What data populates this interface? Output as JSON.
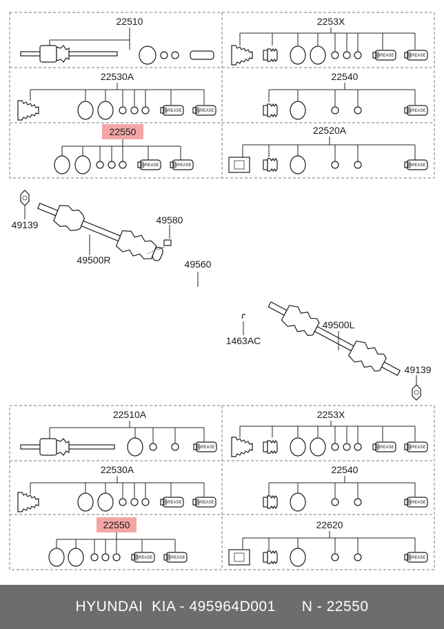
{
  "colors": {
    "highlight": "#f4a6a6",
    "footer_bg": "#6d6d6d",
    "line": "#222222"
  },
  "kits_top": {
    "k22510": "22510",
    "k2253x": "2253X",
    "k22530a": "22530A",
    "k22540": "22540",
    "k22550": "22550",
    "k22520a": "22520A"
  },
  "kits_bottom": {
    "k22510a": "22510A",
    "k2253x": "2253X",
    "k22530a": "22530A",
    "k22540": "22540",
    "k22550": "22550",
    "k22620": "22620"
  },
  "middle": {
    "nut_left": "49139",
    "shaft_right": "49500R",
    "bolt": "49580",
    "assembly": "49560",
    "clip": "1463AC",
    "shaft_left": "49500L",
    "nut_right": "49139"
  },
  "grease_label": "GREASE",
  "footer": {
    "text": "HYUNDAI  KIA - 495964D001      N - 22550"
  }
}
